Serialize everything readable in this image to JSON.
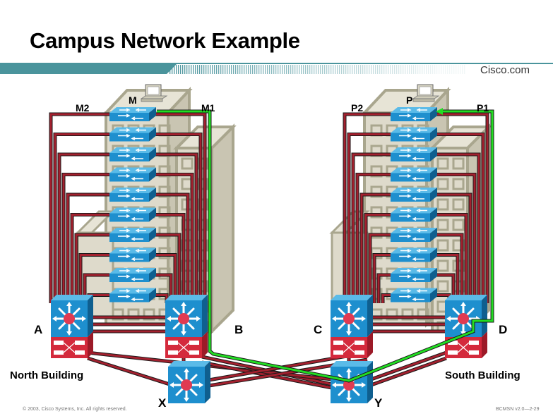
{
  "header": {
    "title": "Campus Network Example",
    "brand": "Cisco.com"
  },
  "footer": {
    "copyright": "© 2003, Cisco Systems, Inc. All rights reserved.",
    "course_code": "BCMSN v2.0—2-29"
  },
  "diagram": {
    "buildings": [
      {
        "name": "North Building",
        "access_switches": 10,
        "workstation": "M",
        "uplinks": [
          "M1",
          "M2"
        ],
        "distribution": [
          "A",
          "B"
        ]
      },
      {
        "name": "South Building",
        "access_switches": 10,
        "workstation": "P",
        "uplinks": [
          "P1",
          "P2"
        ],
        "distribution": [
          "C",
          "D"
        ]
      }
    ],
    "core": [
      "X",
      "Y"
    ],
    "labels": {
      "M": "M",
      "M1": "M1",
      "M2": "M2",
      "P": "P",
      "P1": "P1",
      "P2": "P2",
      "A": "A",
      "B": "B",
      "C": "C",
      "D": "D",
      "X": "X",
      "Y": "Y",
      "north": "North Building",
      "south": "South Building"
    },
    "highlighted_path": [
      "M",
      "M1",
      "B",
      "Y",
      "D",
      "P1",
      "P"
    ],
    "colors": {
      "link": "#a3202e",
      "link_edge": "#1a1a1a",
      "path": "#22dd22",
      "switch_blue": "#1e8fce",
      "switch_blue_dark": "#0f5f8f",
      "router_red": "#d42a3c",
      "building": "#d8d4c4",
      "building_edge": "#a9a68e",
      "band": "#4a949c"
    }
  }
}
